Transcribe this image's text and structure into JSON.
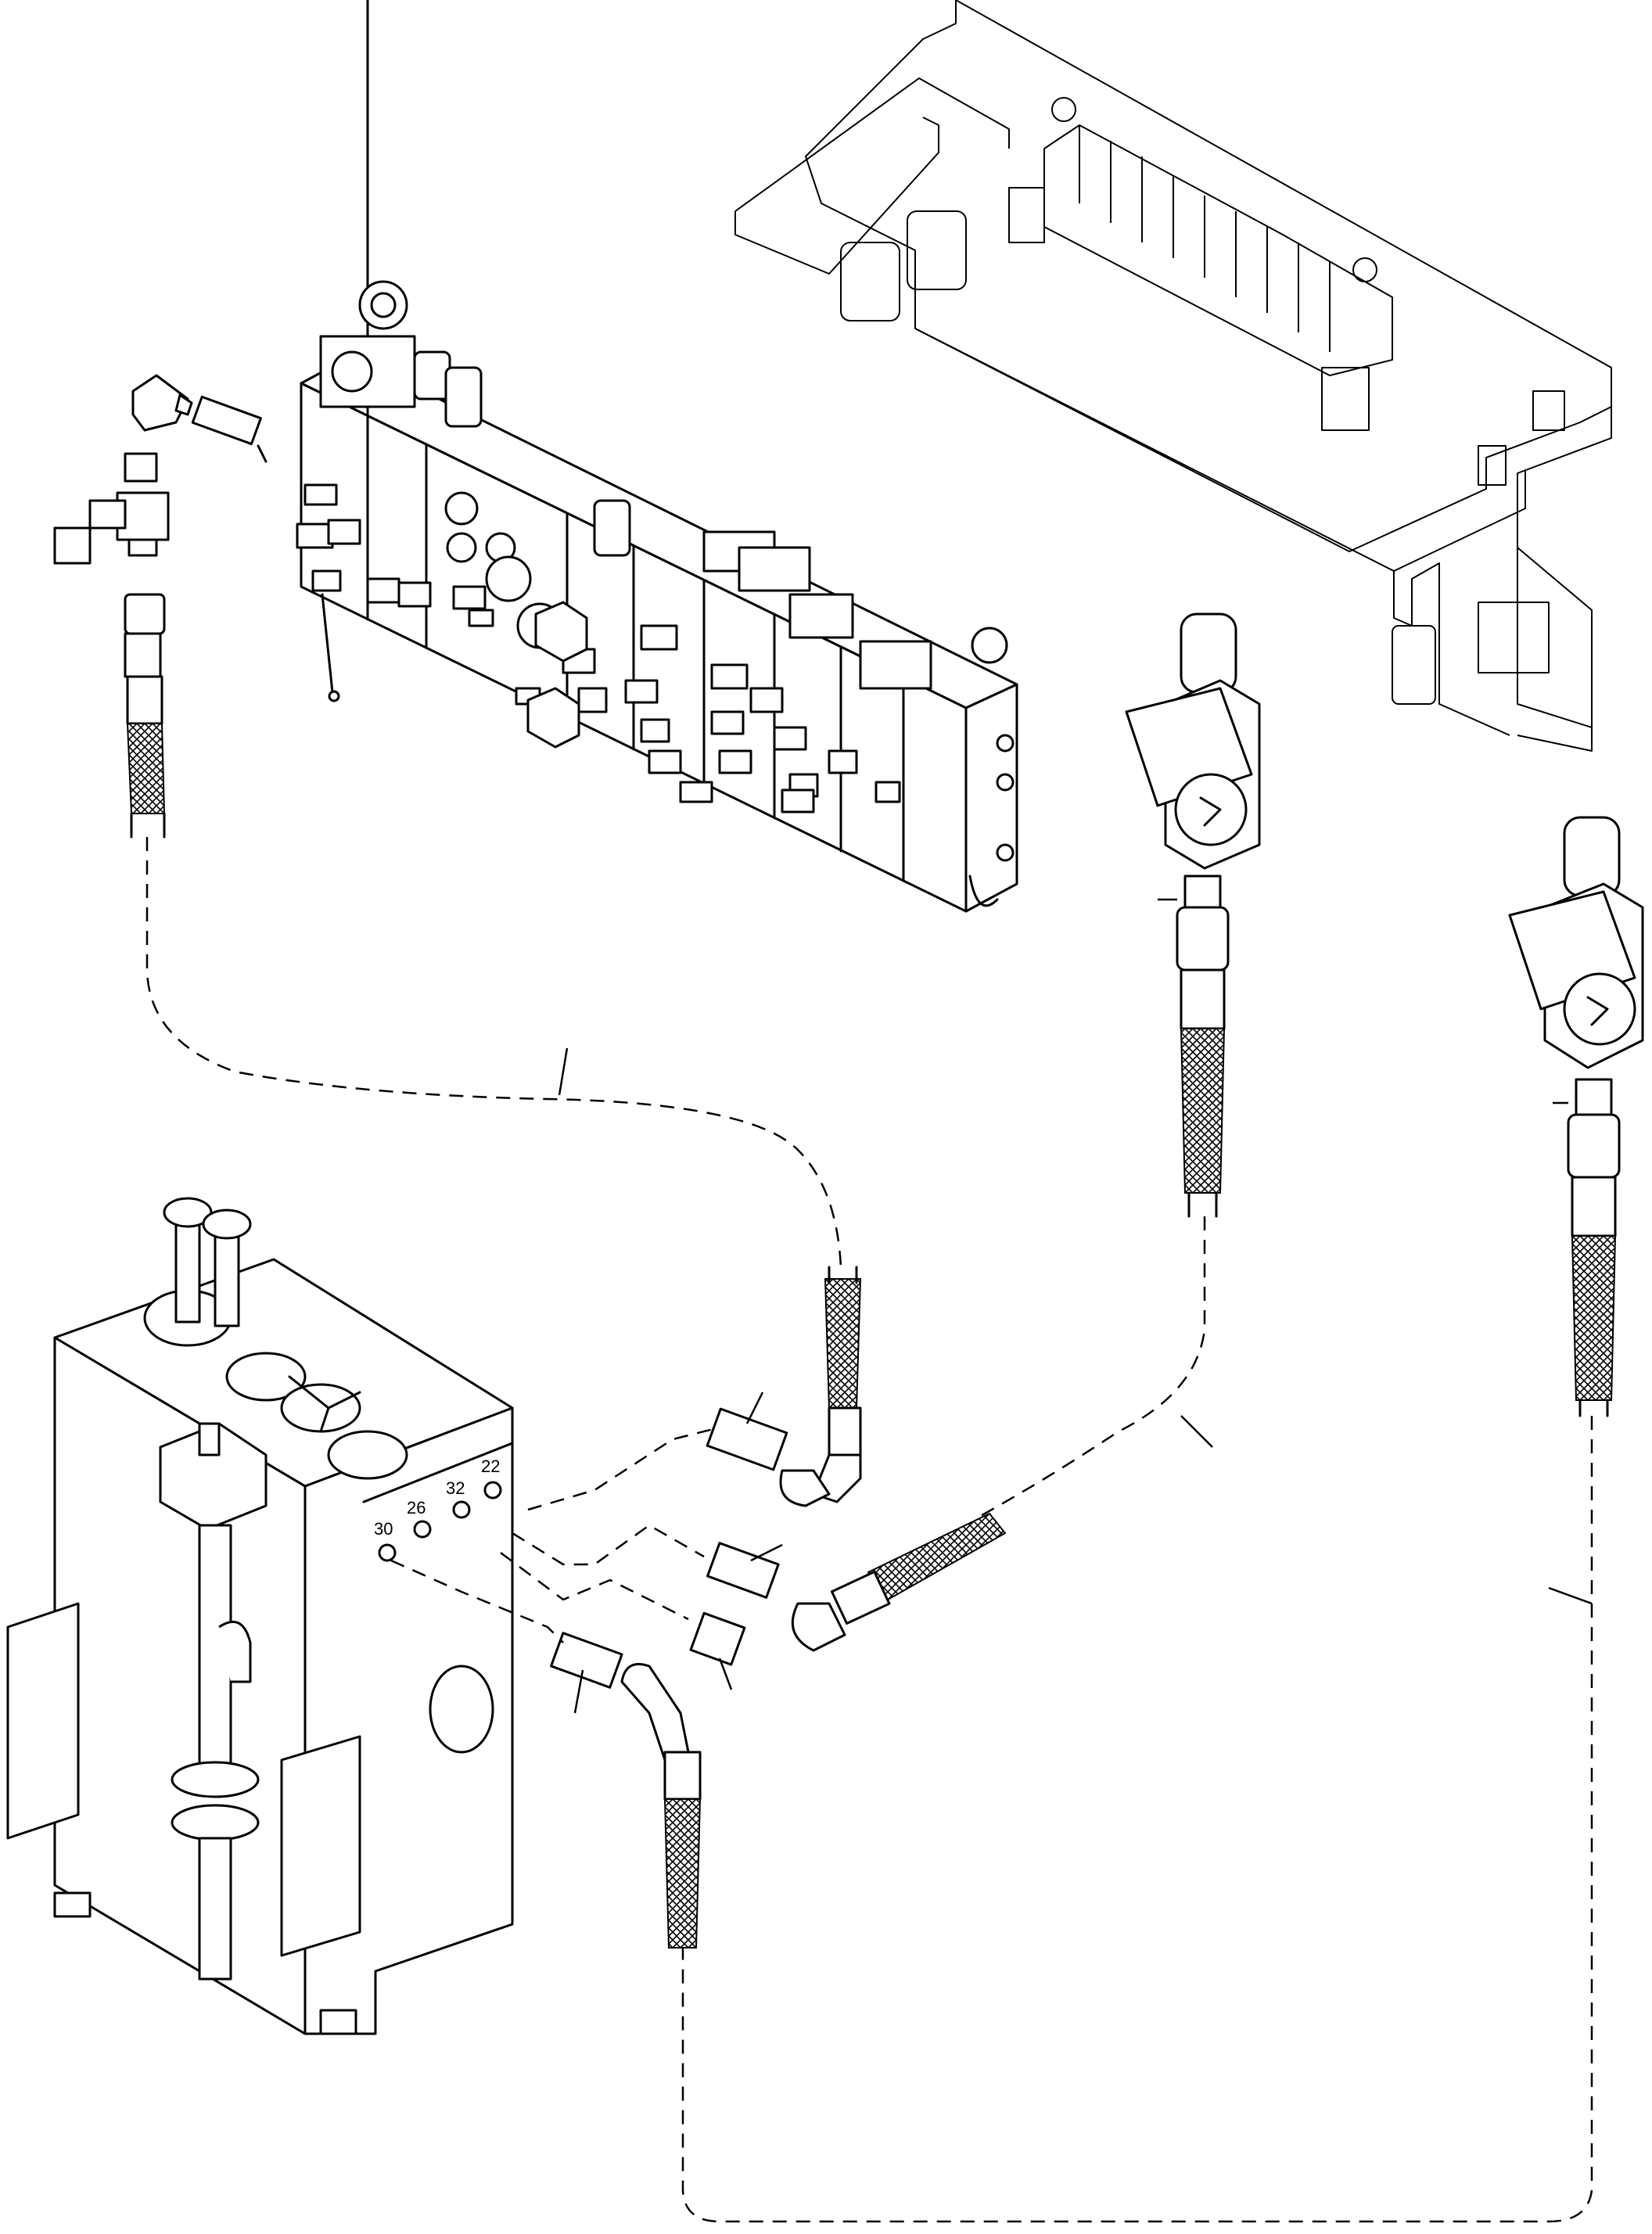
{
  "port_labels": {
    "p22": "22",
    "p26": "26",
    "p32": "32",
    "p30": "30"
  }
}
